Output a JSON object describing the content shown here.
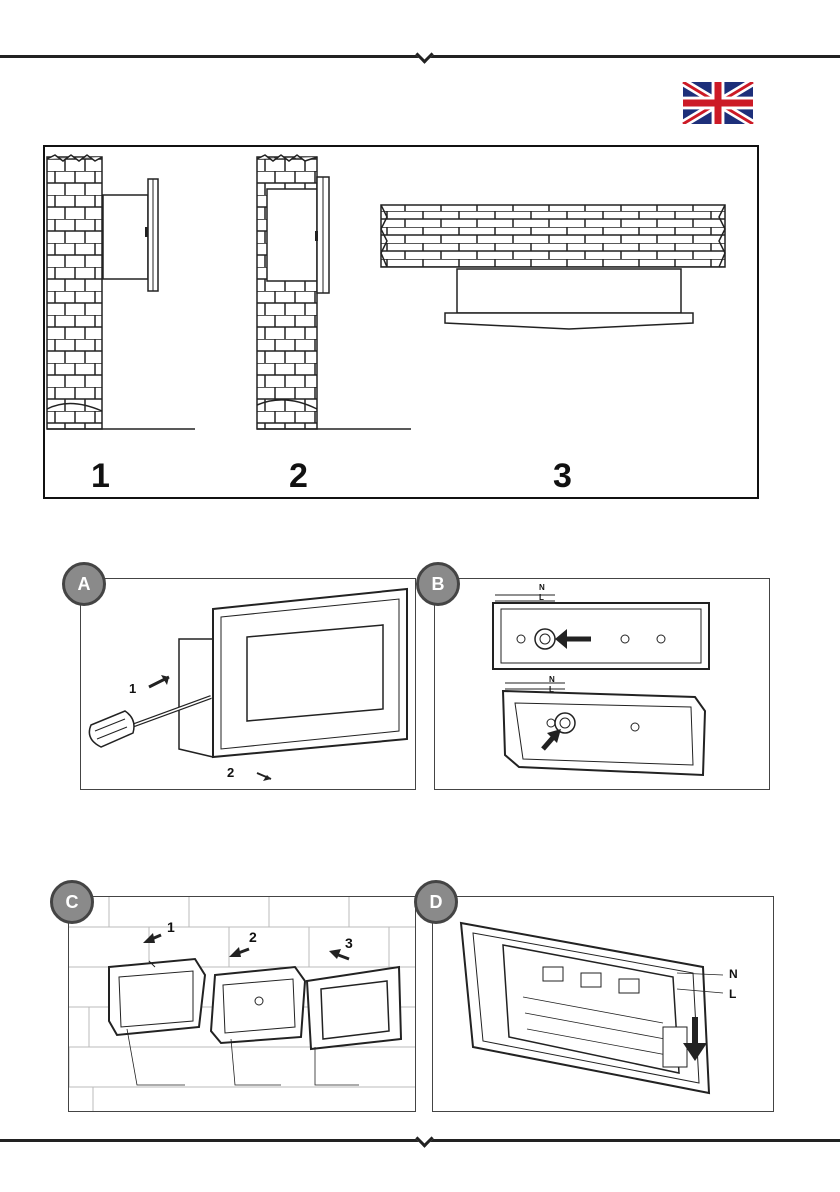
{
  "header": {
    "flag_icon": "uk-flag-icon"
  },
  "install_types": {
    "steps": [
      {
        "number": "1"
      },
      {
        "number": "2"
      },
      {
        "number": "3"
      }
    ]
  },
  "panels": {
    "A": {
      "badge": "A",
      "callouts": [
        "1",
        "2"
      ]
    },
    "B": {
      "badge": "B",
      "wire_labels_top": [
        "N",
        "L"
      ],
      "wire_labels_bottom": [
        "N",
        "L"
      ]
    },
    "C": {
      "badge": "C",
      "callouts": [
        "1",
        "2",
        "3"
      ]
    },
    "D": {
      "badge": "D",
      "wire_labels": [
        "N",
        "L"
      ]
    }
  },
  "colors": {
    "badge_fill": "#8a8a8a",
    "line": "#222222",
    "flag_blue": "#1d2f7a",
    "flag_red": "#cc1a26"
  }
}
